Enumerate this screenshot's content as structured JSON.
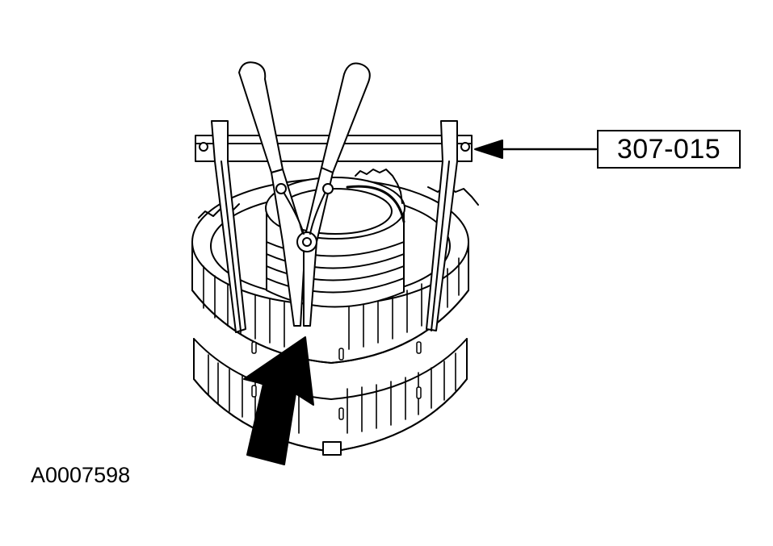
{
  "callout": {
    "tool_number": "307-015"
  },
  "figure": {
    "id": "A0007598"
  },
  "icons": {
    "illustration": "snap-ring-pliers-on-clutch-drum-illustration",
    "pointer": "leader-arrow-icon",
    "direction": "direction-arrow-icon"
  },
  "colors": {
    "line": "#000000",
    "background": "#ffffff"
  }
}
